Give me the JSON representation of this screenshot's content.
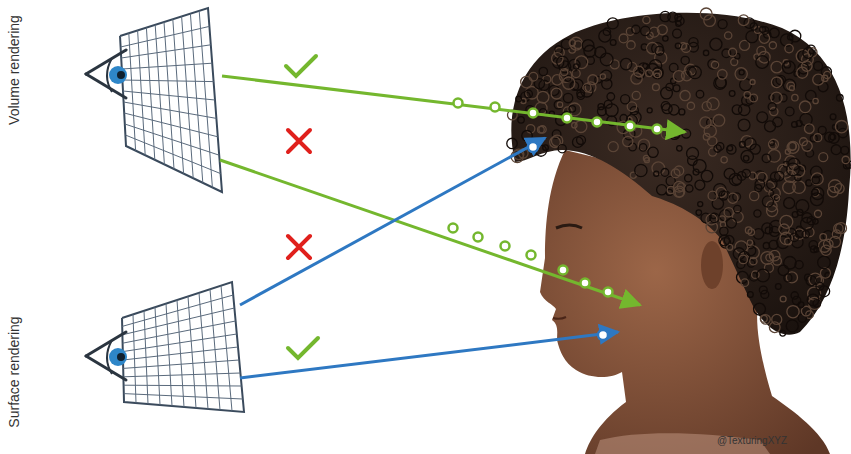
{
  "diagram": {
    "labels": [
      "Volume rendering",
      "Surface rendering",
      "@TexturingXYZ"
    ]
  }
}
